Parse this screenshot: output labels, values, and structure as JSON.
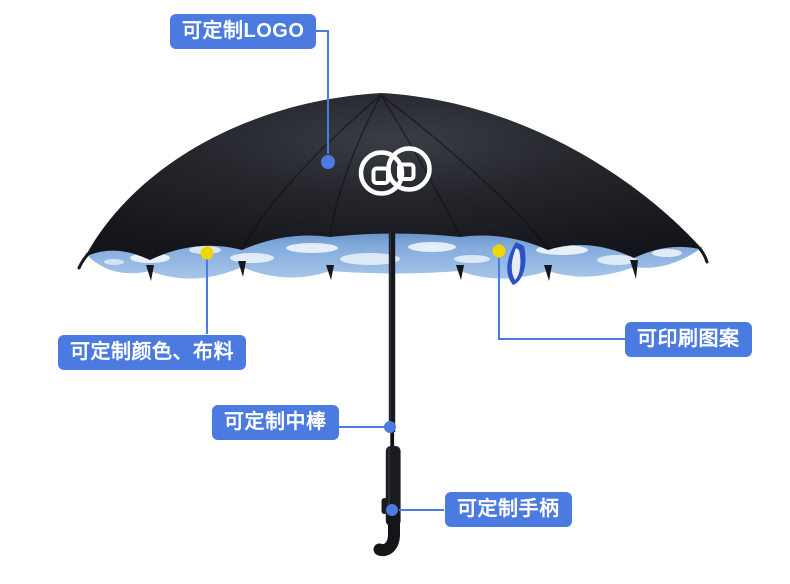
{
  "callouts": [
    {
      "id": "logo",
      "label": "可定制LOGO",
      "dot_color": "#4b7ae0"
    },
    {
      "id": "fabric",
      "label": "可定制颜色、布料",
      "dot_color": "#f2d600"
    },
    {
      "id": "print",
      "label": "可印刷图案",
      "dot_color": "#f2d600"
    },
    {
      "id": "shaft",
      "label": "可定制中棒",
      "dot_color": "#4b7ae0"
    },
    {
      "id": "handle",
      "label": "可定制手柄",
      "dot_color": "#4b7ae0"
    }
  ],
  "colors": {
    "background": "#ffffff",
    "label_background": "#4b7ae0",
    "label_text": "#ffffff",
    "connector_line": "#4b7ae0",
    "canopy_black": "#1c1e23",
    "sky_lining_blue": "#7ba6da",
    "cloud_white": "#ffffff",
    "tie_strap_blue": "#2b51c5",
    "logo_white": "#ffffff"
  },
  "product": {
    "logo_icon": "double-ring-logo"
  }
}
